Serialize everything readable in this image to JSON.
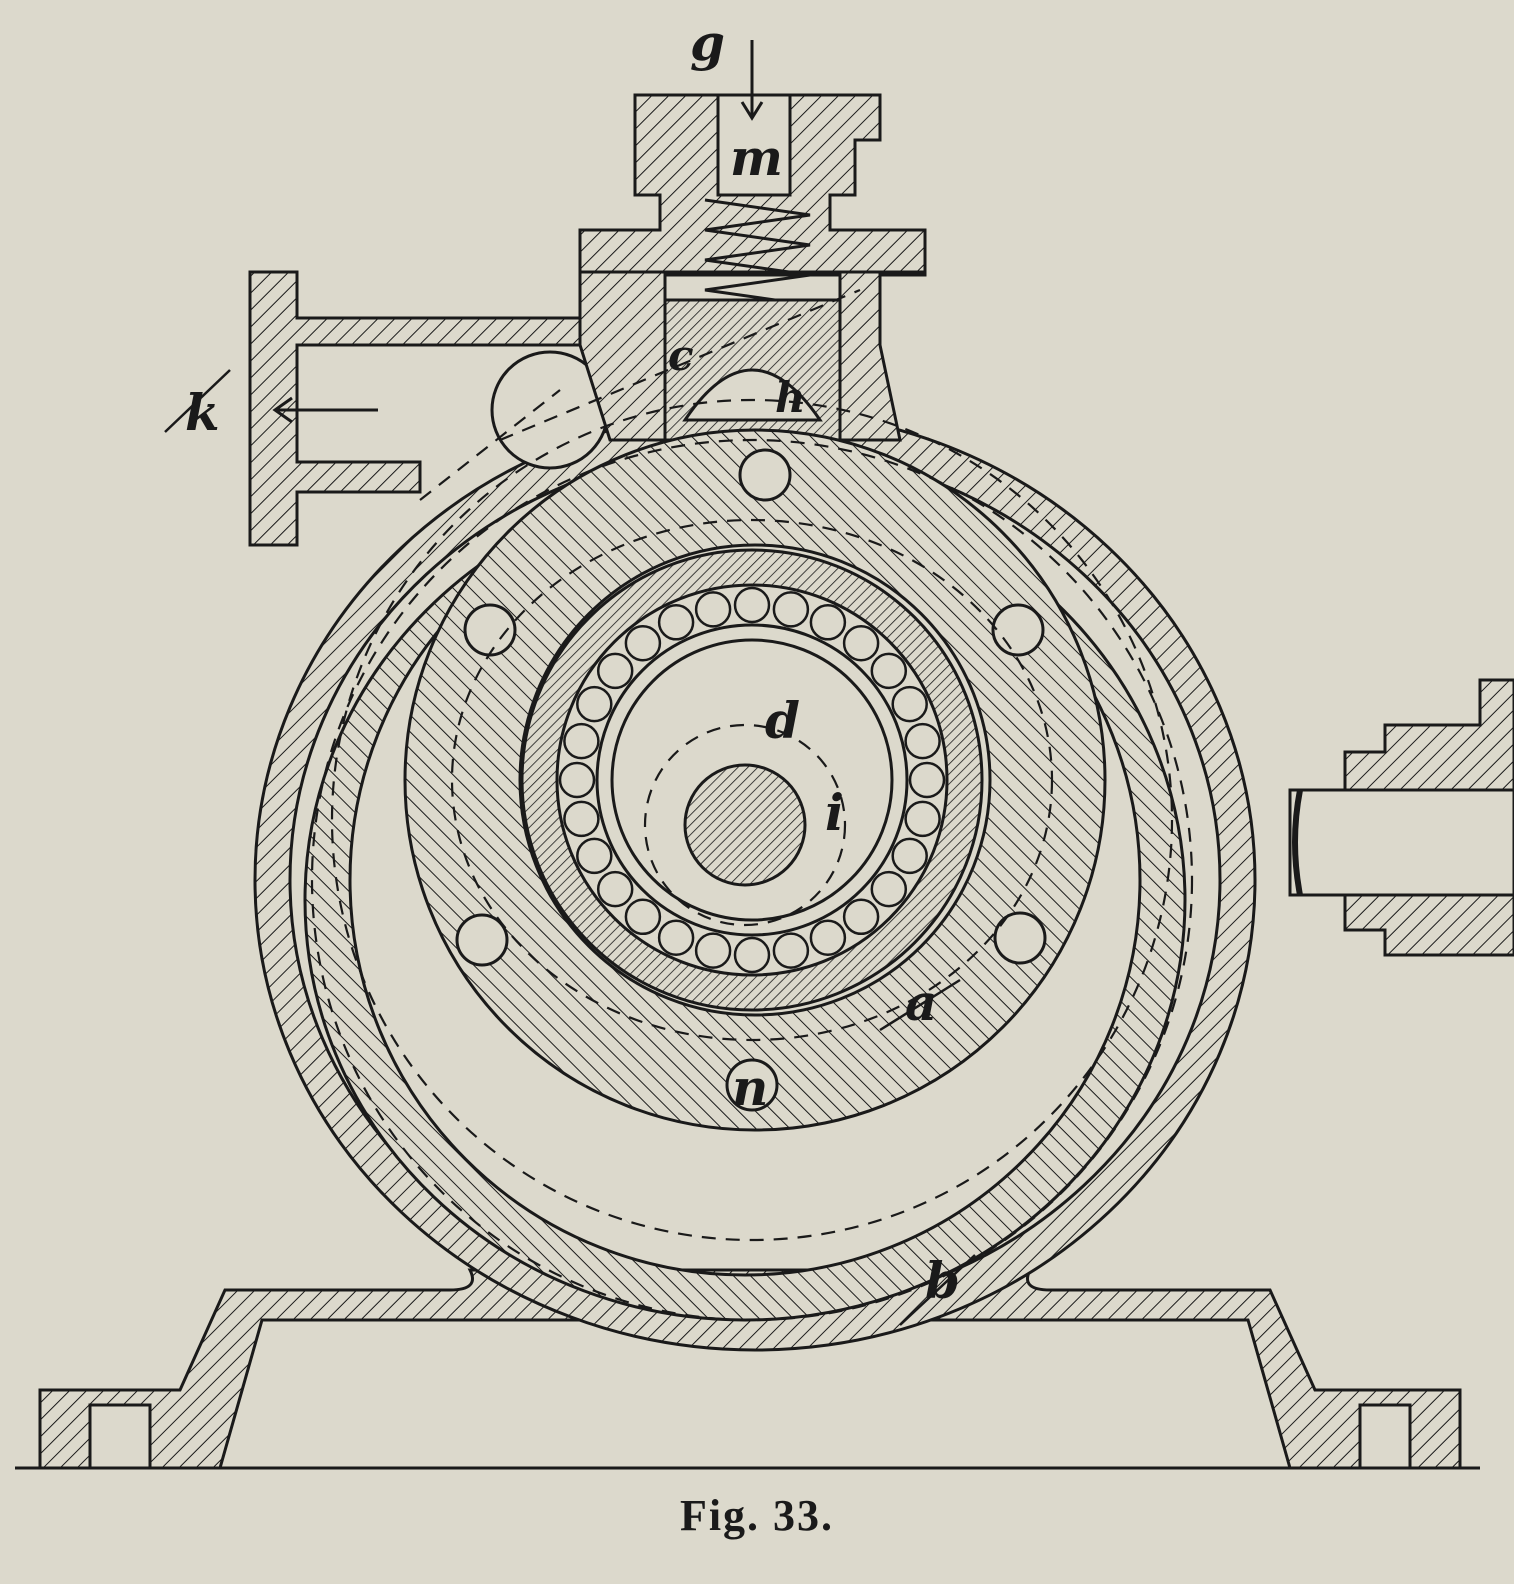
{
  "figure": {
    "caption": "Fig. 33.",
    "labels": {
      "g": "g",
      "m": "m",
      "k": "k",
      "c": "c",
      "h": "h",
      "d": "d",
      "i": "i",
      "a": "a",
      "n": "n",
      "b": "b"
    }
  },
  "colors": {
    "paper": "#dcd9cc",
    "ink": "#1a1a1a"
  }
}
